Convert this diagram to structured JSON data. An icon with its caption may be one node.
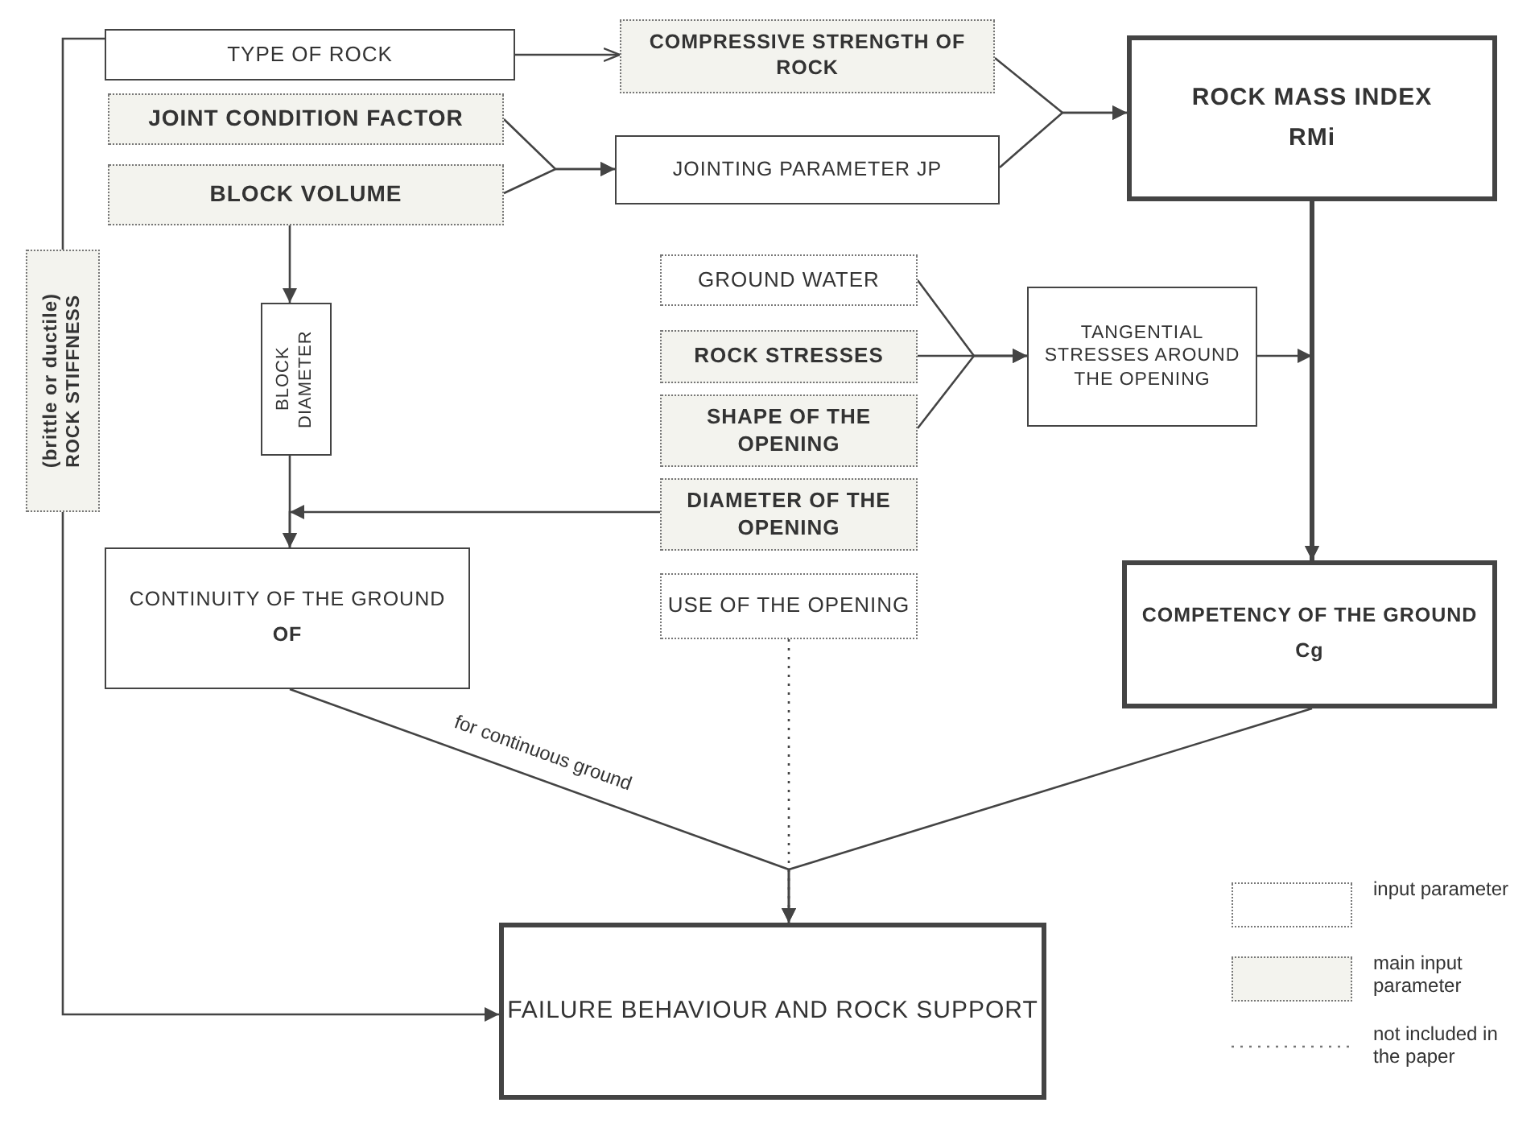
{
  "diagram": {
    "nodes": [
      {
        "text": [
          "TYPE OF ROCK"
        ]
      },
      {
        "text": [
          "COMPRESSIVE STRENGTH OF ROCK"
        ]
      },
      {
        "text": [
          "ROCK MASS INDEX",
          "RMi"
        ]
      },
      {
        "text": [
          "JOINT CONDITION FACTOR"
        ]
      },
      {
        "text": [
          "BLOCK VOLUME"
        ]
      },
      {
        "text": [
          "JOINTING PARAMETER JP"
        ]
      },
      {
        "text": [
          "BLOCK DIAMETER"
        ]
      },
      {
        "text": [
          "ROCK STIFFNESS",
          "(brittle or ductile)"
        ]
      },
      {
        "text": [
          "GROUND WATER"
        ]
      },
      {
        "text": [
          "ROCK STRESSES"
        ]
      },
      {
        "text": [
          "SHAPE OF THE OPENING"
        ]
      },
      {
        "text": [
          "TANGENTIAL STRESSES AROUND THE OPENING"
        ]
      },
      {
        "text": [
          "DIAMETER OF THE OPENING"
        ]
      },
      {
        "text": [
          "COMPETENCY OF THE GROUND",
          "Cg"
        ]
      },
      {
        "text": [
          "CONTINUITY OF THE GROUND",
          "OF"
        ]
      },
      {
        "text": [
          "USE OF THE OPENING"
        ]
      },
      {
        "text": [
          "FAILURE BEHAVIOUR AND ROCK SUPPORT"
        ]
      }
    ],
    "edges": [
      {
        "from": 0,
        "to": 1,
        "arrow": "to"
      },
      {
        "from": 1,
        "to": 2,
        "arrow": "to"
      },
      {
        "from": 5,
        "to": 2,
        "arrow": "to"
      },
      {
        "from": 3,
        "to": 5,
        "arrow": "to"
      },
      {
        "from": 4,
        "to": 5,
        "arrow": "to"
      },
      {
        "from": 4,
        "to": 6,
        "arrow": "to"
      },
      {
        "from": 6,
        "to": 14,
        "arrow": "to"
      },
      {
        "from": 12,
        "to": 14,
        "arrow": "to"
      },
      {
        "from": 8,
        "to": 11,
        "arrow": "to"
      },
      {
        "from": 9,
        "to": 11,
        "arrow": "to"
      },
      {
        "from": 10,
        "to": 11,
        "arrow": "to"
      },
      {
        "from": 11,
        "to": 13,
        "arrow": "to"
      },
      {
        "from": 2,
        "to": 13,
        "arrow": "to",
        "style": "thick"
      },
      {
        "from": 14,
        "to": 16,
        "arrow": "to",
        "label": "for continuous ground"
      },
      {
        "from": 13,
        "to": 16,
        "arrow": "to"
      },
      {
        "from": 15,
        "to": 16,
        "arrow": "to",
        "style": "dashed"
      },
      {
        "from": 0,
        "to": 7,
        "arrow": "none"
      },
      {
        "from": 7,
        "to": 16,
        "arrow": "to"
      }
    ],
    "legend": [
      {
        "text": "input parameter"
      },
      {
        "text": "main input parameter"
      },
      {
        "text": "not included in the paper"
      }
    ]
  }
}
